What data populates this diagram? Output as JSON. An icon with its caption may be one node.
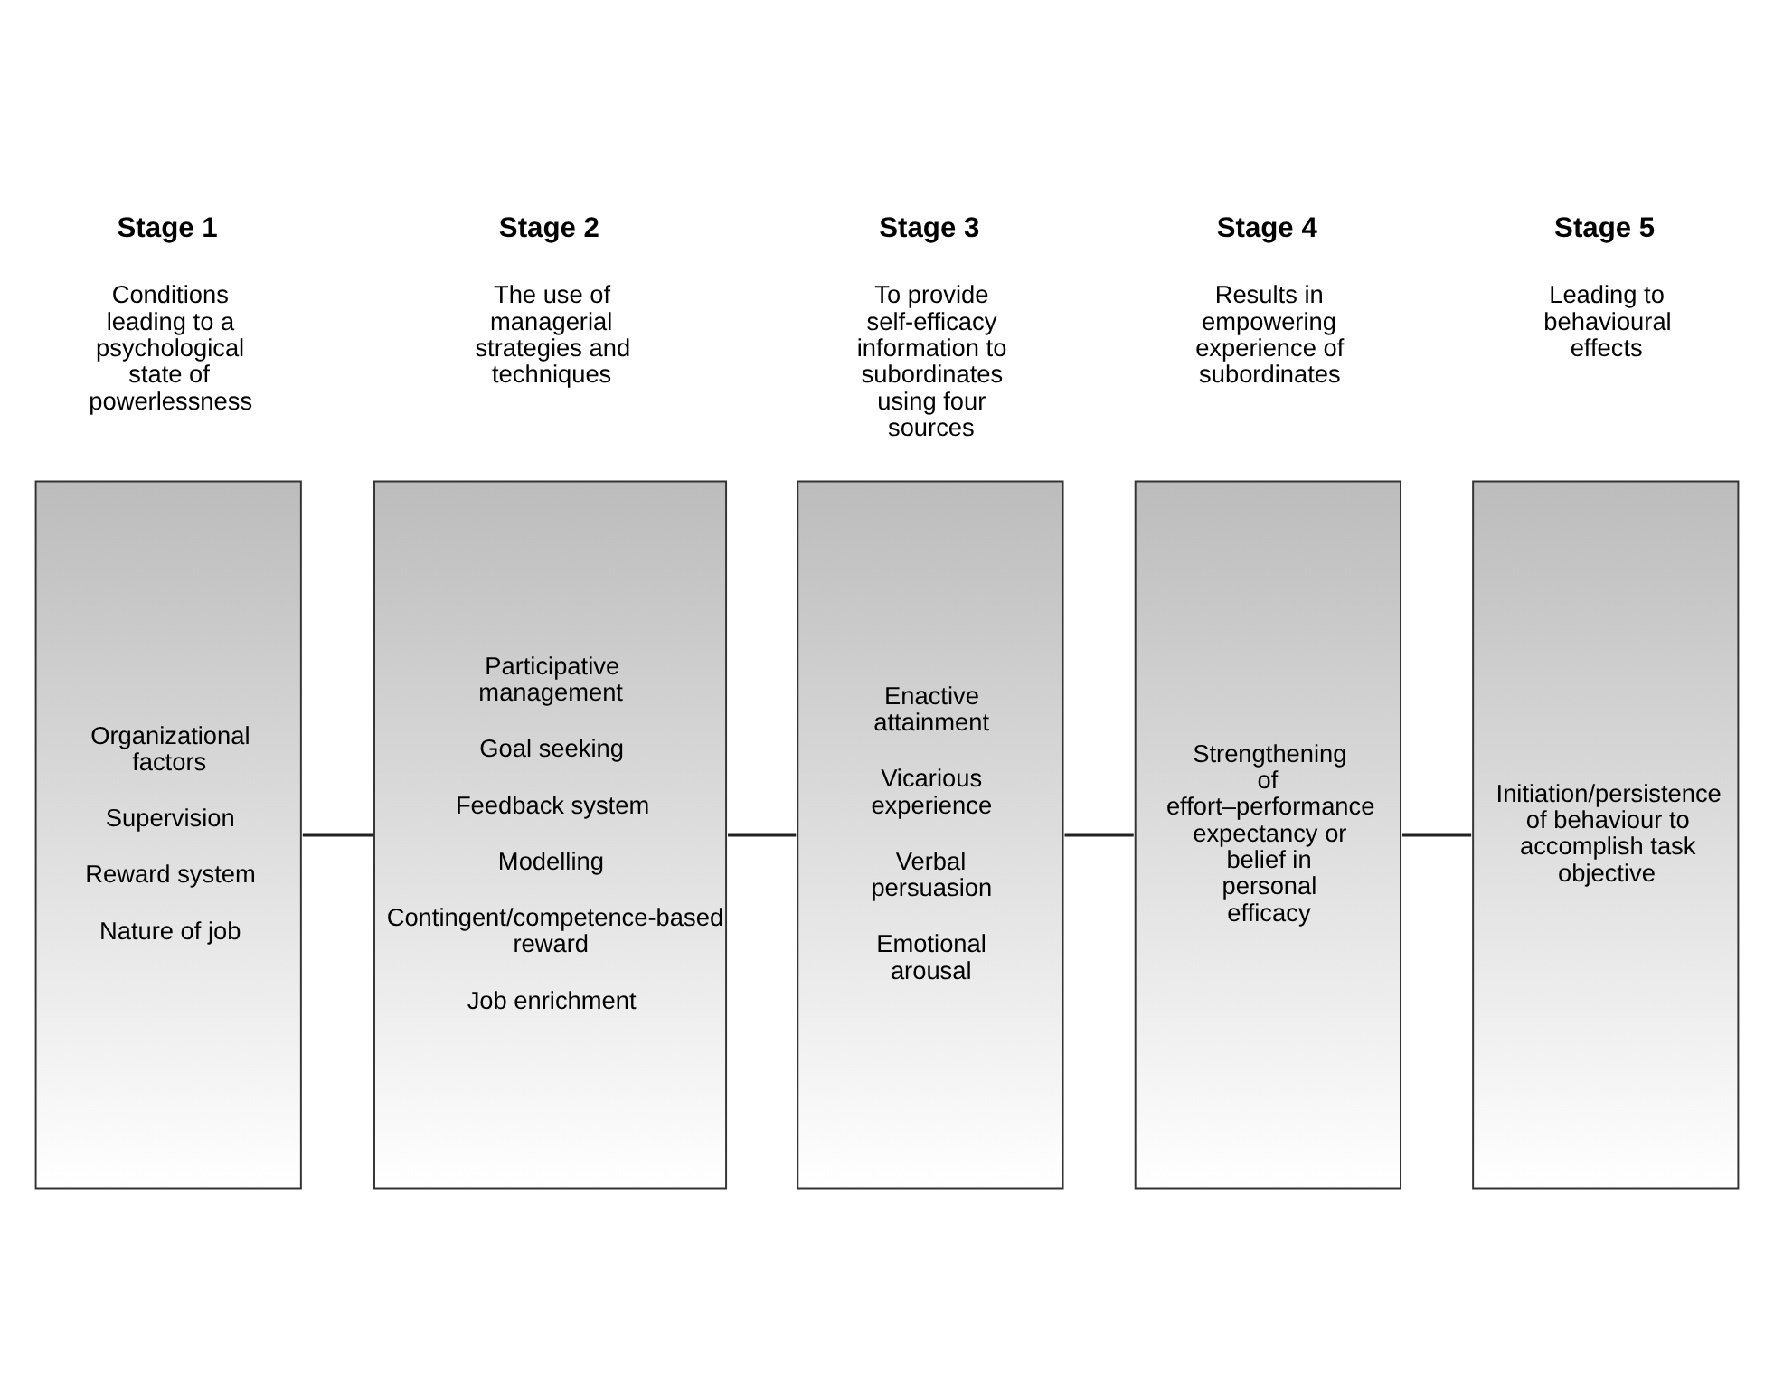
{
  "diagram": {
    "nodes": [
      {
        "text": [
          "Organizational factors",
          "Supervision",
          "Reward system",
          "Nature of job"
        ],
        "beside": [
          "Stage 1",
          "Conditions leading to a psychological state of powerlessness"
        ]
      },
      {
        "text": [
          "Participative management",
          "Goal seeking",
          "Feedback system",
          "Modelling",
          "Contingent/competence-based reward",
          "Job enrichment"
        ],
        "beside": [
          "Stage 2",
          "The use of managerial strategies and techniques"
        ]
      },
      {
        "text": [
          "Enactive attainment",
          "Vicarious experience",
          "Verbal persuasion",
          "Emotional arousal"
        ],
        "beside": [
          "Stage 3",
          "To provide self-efficacy information to subordinates using four sources"
        ]
      },
      {
        "text": [
          "Strengthening of effort–performance expectancy or belief in personal efficacy"
        ],
        "beside": [
          "Stage 4",
          "Results in empowering experience of subordinates"
        ]
      },
      {
        "text": [
          "Initiation/persistence of behaviour to accomplish task objective"
        ],
        "beside": [
          "Stage 5",
          "Leading to behavioural effects"
        ]
      }
    ],
    "edges": [
      {
        "from": 0,
        "to": 1,
        "arrow": "none"
      },
      {
        "from": 1,
        "to": 2,
        "arrow": "none"
      },
      {
        "from": 2,
        "to": 3,
        "arrow": "none"
      },
      {
        "from": 3,
        "to": 4,
        "arrow": "none"
      }
    ]
  }
}
